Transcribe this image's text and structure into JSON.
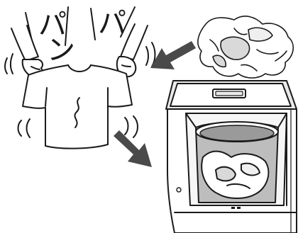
{
  "illustration": {
    "sound_effects": [
      "パ",
      "ン",
      "パ"
    ],
    "colors": {
      "line": "#1a1a1a",
      "paper": "#ffffff",
      "arrow": "#4a4a4a",
      "machine_shade": "#e9e9e9",
      "drum_shade": "#bdbdbd",
      "drum_dark": "#9a9a9a",
      "clothes_shade": "#d9d9d9",
      "clothes_light": "#efefef"
    },
    "icons": [
      "hands-icon",
      "t-shirt-icon",
      "shake-lines-icon",
      "crumpled-laundry-icon",
      "arrow-icon",
      "washing-machine-icon"
    ]
  }
}
